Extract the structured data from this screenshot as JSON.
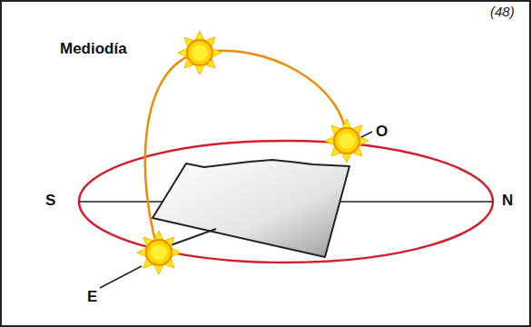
{
  "diagram": {
    "labels": [
      "Mediodía",
      "(48)",
      "O",
      "S",
      "N",
      "E"
    ]
  }
}
